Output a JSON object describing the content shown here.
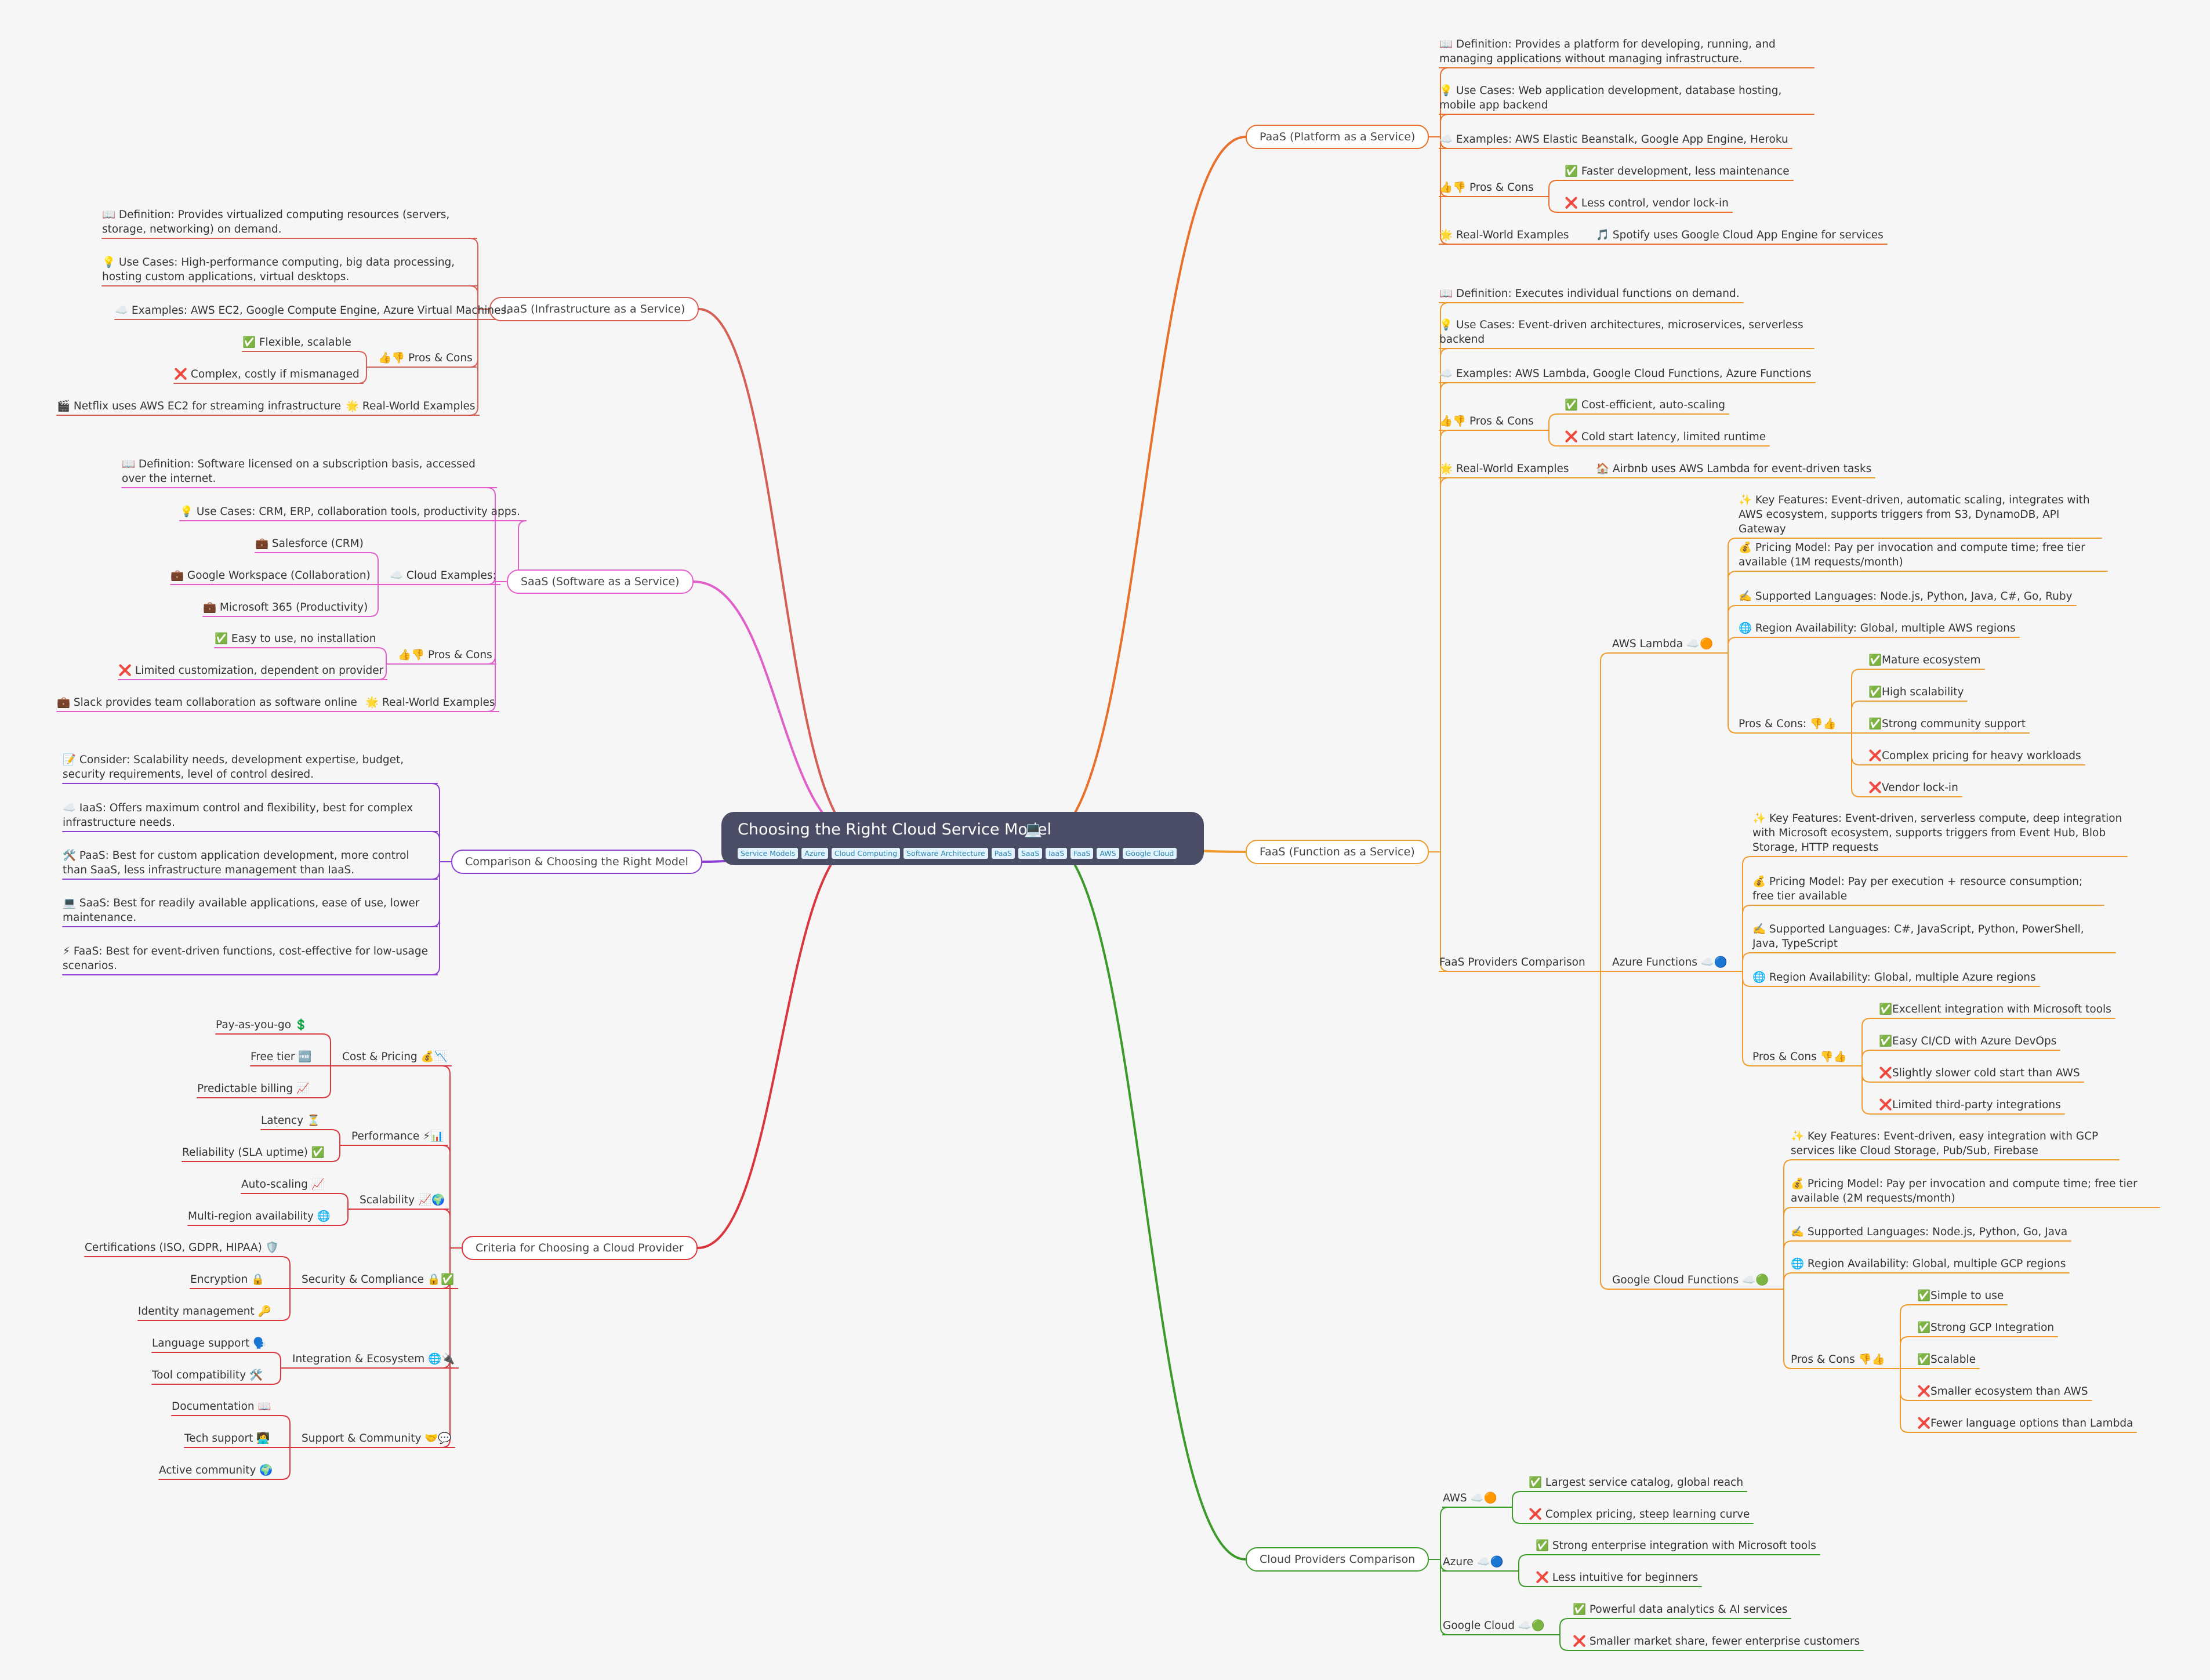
{
  "root": {
    "title": "Choosing the Right Cloud Service Model",
    "icon": "💻",
    "icon_name": "laptop-icon",
    "tags": [
      "Service Models",
      "Azure",
      "Cloud Computing",
      "Software Architecture",
      "PaaS",
      "SaaS",
      "IaaS",
      "FaaS",
      "AWS",
      "Google Cloud"
    ]
  },
  "branches": {
    "paas": {
      "color": "#e8702a",
      "title": "PaaS (Platform as a Service)",
      "definition": "📖 Definition: Provides a platform for developing, running, and managing applications without managing infrastructure.",
      "use_cases": "💡 Use Cases: Web application development, database hosting, mobile app backend",
      "examples": "☁️ Examples: AWS Elastic Beanstalk, Google App Engine, Heroku",
      "pros_cons": "👍👎 Pros & Cons",
      "pro": "✅ Faster development, less maintenance",
      "con": "❌ Less control, vendor lock-in",
      "real_world": "🌟 Real-World Examples",
      "real_world_item": "🎵 Spotify uses Google Cloud App Engine for services"
    },
    "faas": {
      "color": "#ef9a2c",
      "title": "FaaS (Function as a Service)",
      "definition": "📖 Definition: Executes individual functions on demand.",
      "use_cases": "💡 Use Cases: Event-driven architectures, microservices, serverless backend",
      "examples": "☁️ Examples: AWS Lambda, Google Cloud Functions, Azure Functions",
      "pros_cons": "👍👎 Pros & Cons",
      "pro": "✅ Cost-efficient, auto-scaling",
      "con": "❌ Cold start latency, limited runtime",
      "real_world": "🌟 Real-World Examples",
      "real_world_item": "🏠 Airbnb uses AWS Lambda for event-driven tasks",
      "providers_comparison": "FaaS Providers Comparison",
      "aws_lambda": {
        "title": "AWS Lambda ☁️🟠",
        "key_features": "✨ Key Features: Event-driven, automatic scaling, integrates with AWS ecosystem, supports triggers from S3, DynamoDB, API Gateway",
        "pricing": "💰 Pricing Model: Pay per invocation and compute time; free tier available (1M requests/month)",
        "languages": "✍️ Supported Languages: Node.js, Python, Java, C#, Go, Ruby",
        "regions": "🌐 Region Availability: Global, multiple AWS regions",
        "pros_cons": "Pros & Cons: 👎👍",
        "items": [
          "✅Mature ecosystem",
          "✅High scalability",
          "✅Strong community support",
          "❌Complex pricing for heavy workloads",
          "❌Vendor lock-in"
        ]
      },
      "azure_functions": {
        "title": "Azure Functions ☁️🔵",
        "key_features": "✨ Key Features: Event-driven, serverless compute, deep integration with Microsoft ecosystem, supports triggers from Event Hub, Blob Storage, HTTP requests",
        "pricing": "💰 Pricing Model: Pay per execution + resource consumption; free tier available",
        "languages": "✍️ Supported Languages: C#, JavaScript, Python, PowerShell, Java, TypeScript",
        "regions": "🌐 Region Availability: Global, multiple Azure regions",
        "pros_cons": "Pros & Cons 👎👍",
        "items": [
          "✅Excellent integration with Microsoft tools",
          "✅Easy CI/CD with Azure DevOps",
          "❌Slightly slower cold start than AWS",
          "❌Limited third-party integrations"
        ]
      },
      "google_cloud_functions": {
        "title": "Google Cloud Functions ☁️🟢",
        "key_features": "✨ Key Features: Event-driven, easy integration with GCP services like Cloud Storage, Pub/Sub, Firebase",
        "pricing": "💰 Pricing Model: Pay per invocation and compute time; free tier available (2M requests/month)",
        "languages": "✍️ Supported Languages: Node.js, Python, Go, Java",
        "regions": "🌐 Region Availability: Global, multiple GCP regions",
        "pros_cons": "Pros & Cons 👎👍",
        "items": [
          "✅Simple to use",
          "✅Strong GCP Integration",
          "✅Scalable",
          "❌Smaller ecosystem than AWS",
          "❌Fewer language options than Lambda"
        ]
      }
    },
    "cloud_providers": {
      "color": "#3c9a2a",
      "title": "Cloud Providers Comparison",
      "aws": {
        "title": "AWS ☁️🟠",
        "pro": "✅ Largest service catalog, global reach",
        "con": "❌ Complex pricing, steep learning curve"
      },
      "azure": {
        "title": "Azure ☁️🔵",
        "pro": "✅ Strong enterprise integration with Microsoft tools",
        "con": "❌ Less intuitive for beginners"
      },
      "google_cloud": {
        "title": "Google Cloud ☁️🟢",
        "pro": "✅ Powerful data analytics & AI services",
        "con": "❌ Smaller market share, fewer enterprise customers"
      }
    },
    "iaas": {
      "color": "#d45f55",
      "title": "IaaS (Infrastructure as a Service)",
      "definition": "📖 Definition: Provides virtualized computing resources (servers, storage, networking) on demand.",
      "use_cases": "💡 Use Cases: High-performance computing, big data processing, hosting custom applications, virtual desktops.",
      "examples": "☁️ Examples: AWS EC2, Google Compute Engine, Azure Virtual Machines.",
      "pros_cons": "👍👎 Pros & Cons",
      "pro": "✅ Flexible, scalable",
      "con": "❌ Complex, costly if mismanaged",
      "real_world": "🌟 Real-World Examples",
      "real_world_item": "🎬 Netflix uses AWS EC2 for streaming infrastructure"
    },
    "saas": {
      "color": "#e05fc9",
      "title": "SaaS (Software as a Service)",
      "definition": "📖 Definition: Software licensed on a subscription basis, accessed over the internet.",
      "use_cases": "💡 Use Cases: CRM, ERP, collaboration tools, productivity apps.",
      "cloud_examples": "☁️ Cloud Examples:",
      "cloud_items": [
        "💼 Salesforce (CRM)",
        "💼 Google Workspace (Collaboration)",
        "💼 Microsoft 365 (Productivity)"
      ],
      "pros_cons": "👍👎 Pros & Cons",
      "pro": "✅ Easy to use, no installation",
      "con": "❌ Limited customization, dependent on provider",
      "real_world": "🌟 Real-World Examples",
      "real_world_item": "💼 Slack provides team collaboration as software online"
    },
    "comparison": {
      "color": "#8a3fd1",
      "title": "Comparison & Choosing the Right Model",
      "items": [
        "📝 Consider: Scalability needs, development expertise, budget, security requirements, level of control desired.",
        "☁️ IaaS: Offers maximum control and flexibility, best for complex infrastructure needs.",
        "🛠️ PaaS: Best for custom application development, more control than SaaS, less infrastructure management than IaaS.",
        "💻 SaaS: Best for readily available applications, ease of use, lower maintenance.",
        "⚡ FaaS: Best for event-driven functions, cost-effective for low-usage scenarios."
      ]
    },
    "criteria": {
      "color": "#d9363e",
      "title": "Criteria for Choosing a Cloud Provider",
      "groups": [
        {
          "title": "Cost & Pricing 💰📉",
          "items": [
            "Pay-as-you-go 💲",
            "Free tier 🆓",
            "Predictable billing 📈"
          ]
        },
        {
          "title": "Performance ⚡📊",
          "items": [
            "Latency ⏳",
            "Reliability (SLA uptime) ✅"
          ]
        },
        {
          "title": "Scalability 📈🌍",
          "items": [
            "Auto-scaling 📈",
            "Multi-region availability 🌐"
          ]
        },
        {
          "title": "Security & Compliance 🔒✅",
          "items": [
            "Certifications (ISO, GDPR, HIPAA) 🛡️",
            "Encryption 🔒",
            "Identity management 🔑"
          ]
        },
        {
          "title": "Integration & Ecosystem 🌐🔌",
          "items": [
            "Language support 🗣️",
            "Tool compatibility 🛠️"
          ]
        },
        {
          "title": "Support & Community 🤝💬",
          "items": [
            "Documentation 📖",
            "Tech support 👩‍💻",
            "Active community 🌍"
          ]
        }
      ]
    }
  }
}
